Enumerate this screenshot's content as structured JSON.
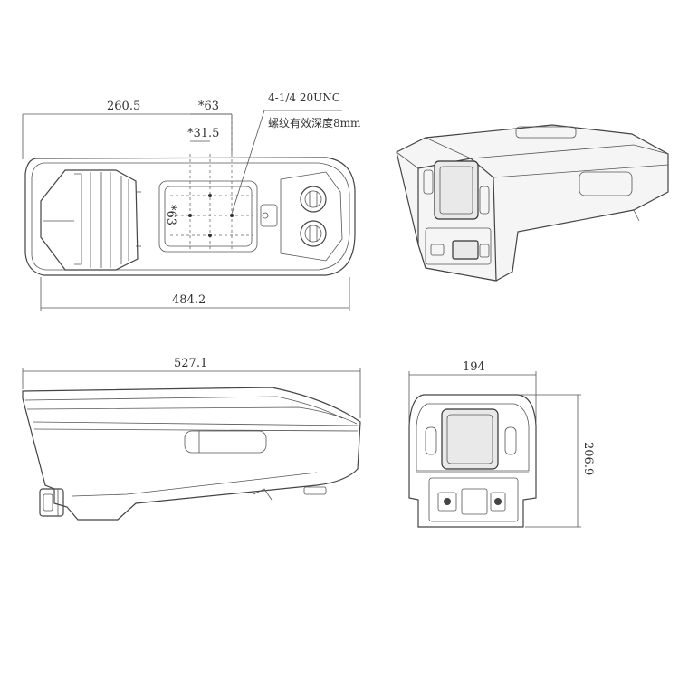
{
  "top_view": {
    "dim_260_5": "260.5",
    "dim_phi_63": "*63",
    "dim_phi_31_5": "*31.5",
    "dim_phi_63_vertical": "*63",
    "dim_484_2": "484.2",
    "thread_spec": "4-1/4 20UNC",
    "thread_depth": "螺纹有效深度8mm"
  },
  "side_view": {
    "dim_527_1": "527.1"
  },
  "front_view": {
    "dim_194": "194",
    "dim_206_9": "206.9"
  }
}
